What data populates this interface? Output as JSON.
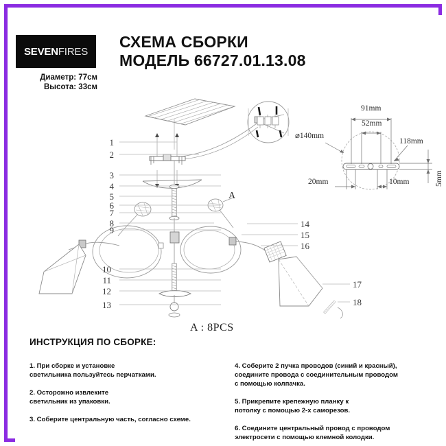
{
  "brand": {
    "logo_bold": "SEVEN",
    "logo_light": "FIRES"
  },
  "header": {
    "title_line1": "СХЕМА СБОРКИ",
    "title_line2": "МОДЕЛЬ 66727.01.13.08",
    "spec_diameter": "Диаметр: 77см",
    "spec_height": "Высота: 33см"
  },
  "callouts_left": [
    {
      "n": "1"
    },
    {
      "n": "2"
    },
    {
      "n": "3"
    },
    {
      "n": "4"
    },
    {
      "n": "5"
    },
    {
      "n": "6"
    },
    {
      "n": "7"
    },
    {
      "n": "8"
    },
    {
      "n": "9"
    },
    {
      "n": "10"
    },
    {
      "n": "11"
    },
    {
      "n": "12"
    },
    {
      "n": "13"
    }
  ],
  "callouts_right": [
    {
      "n": "14"
    },
    {
      "n": "15"
    },
    {
      "n": "16"
    },
    {
      "n": "17"
    },
    {
      "n": "18"
    }
  ],
  "part_marker": {
    "letter": "A",
    "quantity_label": "A : 8PCS"
  },
  "dimensions": {
    "diameter": "⌀140mm",
    "span_outer": "91mm",
    "span_inner": "52mm",
    "plate_length": "118mm",
    "slot_left": "20mm",
    "slot_right": "10mm",
    "thickness": "5mm"
  },
  "instructions": {
    "heading": "ИНСТРУКЦИЯ ПО СБОРКЕ:",
    "left": [
      "1. При сборке и установке\nсветильника пользуйтесь перчатками.",
      "2. Осторожно извлеките\nсветильник из упаковки.",
      "3. Соберите центральную часть, согласно схеме."
    ],
    "right": [
      "4. Соберите 2 пучка проводов (синий и красный),\nсоедините провода с соединительным проводом\nс помощью колпачка.",
      "5. Прикрепите крепежную планку к\nпотолку с помощью 2-х саморезов.",
      "6. Соедините центральный провод с проводом\nэлектросети с помощью клемной колодки."
    ]
  },
  "colors": {
    "frame": "#8b2be2",
    "logo_bg": "#0b0b0b",
    "text": "#111111",
    "line": "#808080"
  }
}
